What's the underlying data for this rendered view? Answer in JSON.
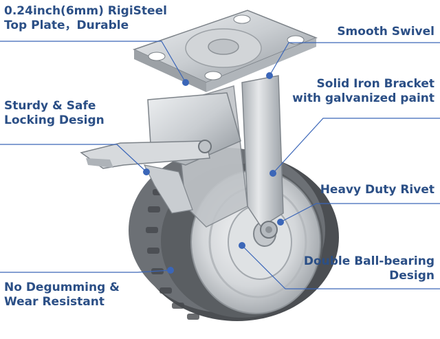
{
  "colors": {
    "label_text": "#2b4f86",
    "leader_line": "#3b66b8",
    "dot": "#3b66b8"
  },
  "labels": {
    "top_plate": {
      "line1": "0.24inch(6mm) RigiSteel",
      "line2": "Top Plate，Durable"
    },
    "smooth_swivel": {
      "line1": "Smooth Swivel"
    },
    "iron_bracket": {
      "line1": "Solid Iron Bracket",
      "line2": "with galvanized paint"
    },
    "locking": {
      "line1": "Sturdy & Safe",
      "line2": "Locking Design"
    },
    "rivet": {
      "line1": "Heavy Duty Rivet"
    },
    "bearing": {
      "line1": "Double Ball-bearing",
      "line2": "Design"
    },
    "degumming": {
      "line1": "No Degumming &",
      "line2": "Wear Resistant"
    }
  }
}
